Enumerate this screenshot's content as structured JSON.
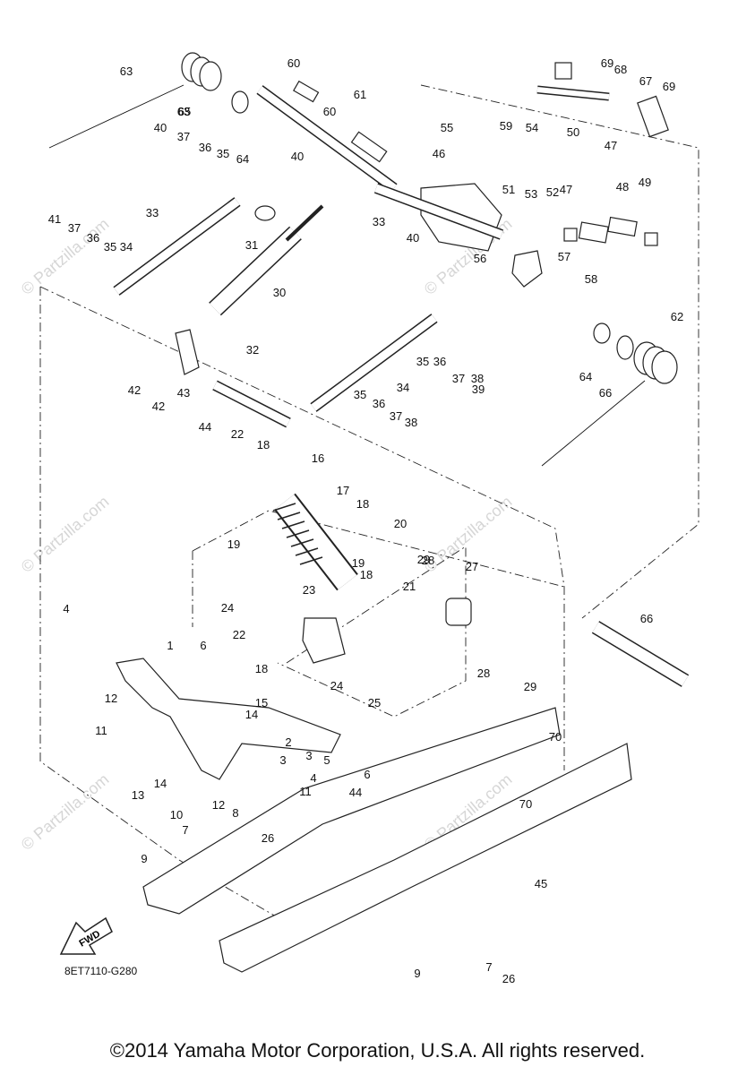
{
  "watermark": "© Partzilla.com",
  "drawing_code": "8ET7110-G280",
  "fwd_label": "FWD",
  "copyright": "©2014 Yamaha Motor Corporation, U.S.A. All rights reserved.",
  "callouts": [
    "1",
    "2",
    "3",
    "3",
    "4",
    "4",
    "5",
    "6",
    "6",
    "7",
    "7",
    "8",
    "9",
    "9",
    "10",
    "11",
    "11",
    "12",
    "12",
    "13",
    "14",
    "14",
    "15",
    "16",
    "17",
    "18",
    "18",
    "18",
    "18",
    "19",
    "19",
    "20",
    "21",
    "22",
    "22",
    "23",
    "24",
    "24",
    "25",
    "26",
    "26",
    "27",
    "28",
    "28",
    "29",
    "29",
    "30",
    "31",
    "32",
    "33",
    "33",
    "34",
    "34",
    "35",
    "35",
    "35",
    "35",
    "36",
    "36",
    "36",
    "36",
    "37",
    "37",
    "37",
    "37",
    "38",
    "38",
    "39",
    "40",
    "40",
    "40",
    "41",
    "42",
    "42",
    "43",
    "44",
    "44",
    "45",
    "46",
    "47",
    "47",
    "48",
    "49",
    "50",
    "51",
    "52",
    "53",
    "54",
    "55",
    "56",
    "57",
    "58",
    "59",
    "60",
    "60",
    "61",
    "62",
    "63",
    "63",
    "64",
    "64",
    "65",
    "66",
    "66",
    "67",
    "68",
    "69",
    "69",
    "70",
    "70"
  ]
}
